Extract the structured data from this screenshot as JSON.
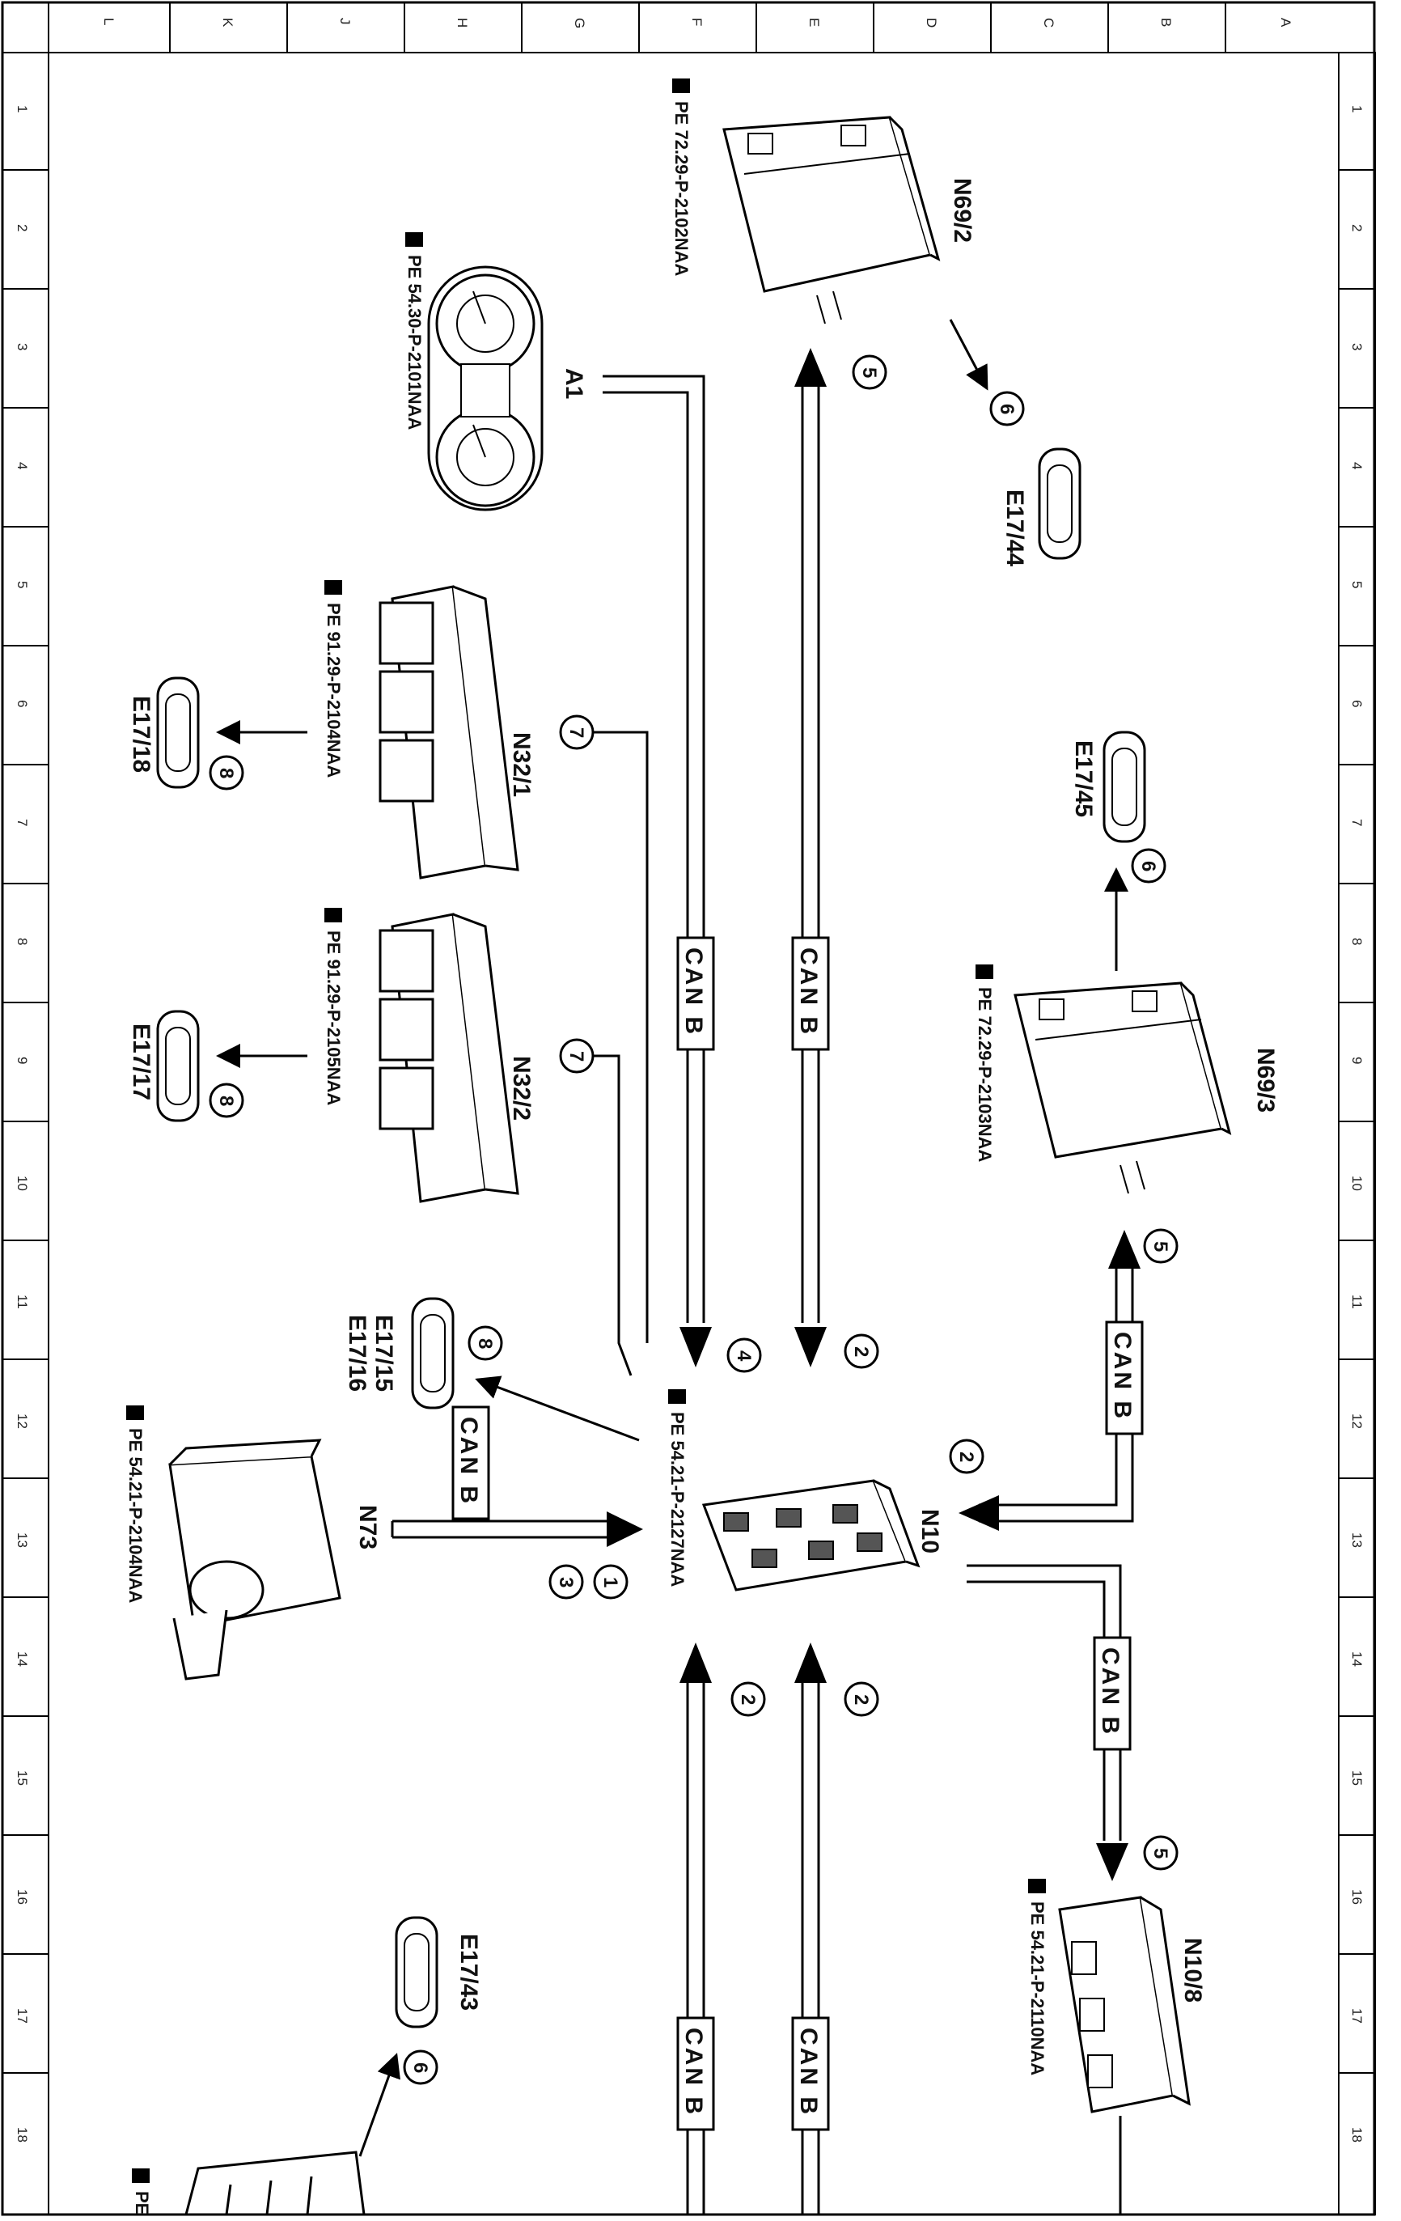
{
  "grid": {
    "columns": [
      "L",
      "K",
      "J",
      "H",
      "G",
      "F",
      "E",
      "D",
      "C",
      "B",
      "A"
    ],
    "rows": [
      "1",
      "2",
      "3",
      "4",
      "5",
      "6",
      "7",
      "8",
      "9",
      "10",
      "11",
      "12",
      "13",
      "14",
      "15",
      "16",
      "17",
      "18"
    ]
  },
  "components": {
    "n69_2": {
      "name": "N69/2",
      "ref": "PE 72.29-P-2102NAA"
    },
    "a1": {
      "name": "A1",
      "ref": "PE 54.30-P-2101NAA"
    },
    "e17_44": {
      "name": "E17/44"
    },
    "n32_1": {
      "name": "N32/1",
      "ref": "PE 91.29-P-2104NAA"
    },
    "e17_18": {
      "name": "E17/18"
    },
    "e17_45": {
      "name": "E17/45"
    },
    "n32_2": {
      "name": "N32/2",
      "ref": "PE 91.29-P-2105NAA"
    },
    "e17_17": {
      "name": "E17/17"
    },
    "n69_3": {
      "name": "N69/3",
      "ref": "PE 72.29-P-2103NAA"
    },
    "e17_15": {
      "name": "E17/15"
    },
    "e17_16": {
      "name": "E17/16"
    },
    "n3": {
      "name": "N73",
      "ref": "PE 54.21-P-2104NAA"
    },
    "n10": {
      "name": "N10",
      "ref": "PE 54.21-P-2127NAA"
    },
    "n10_8": {
      "name": "N10/8",
      "ref": "PE 54.21-P-2110NAA"
    },
    "e17_43": {
      "name": "E17/43"
    }
  },
  "bus_labels": {
    "can_b": "CAN B"
  },
  "callouts": {
    "c1": "1",
    "c2": "2",
    "c3": "3",
    "c4": "4",
    "c5": "5",
    "c6": "6",
    "c7": "7",
    "c8": "8"
  },
  "partial_ref": "PE"
}
